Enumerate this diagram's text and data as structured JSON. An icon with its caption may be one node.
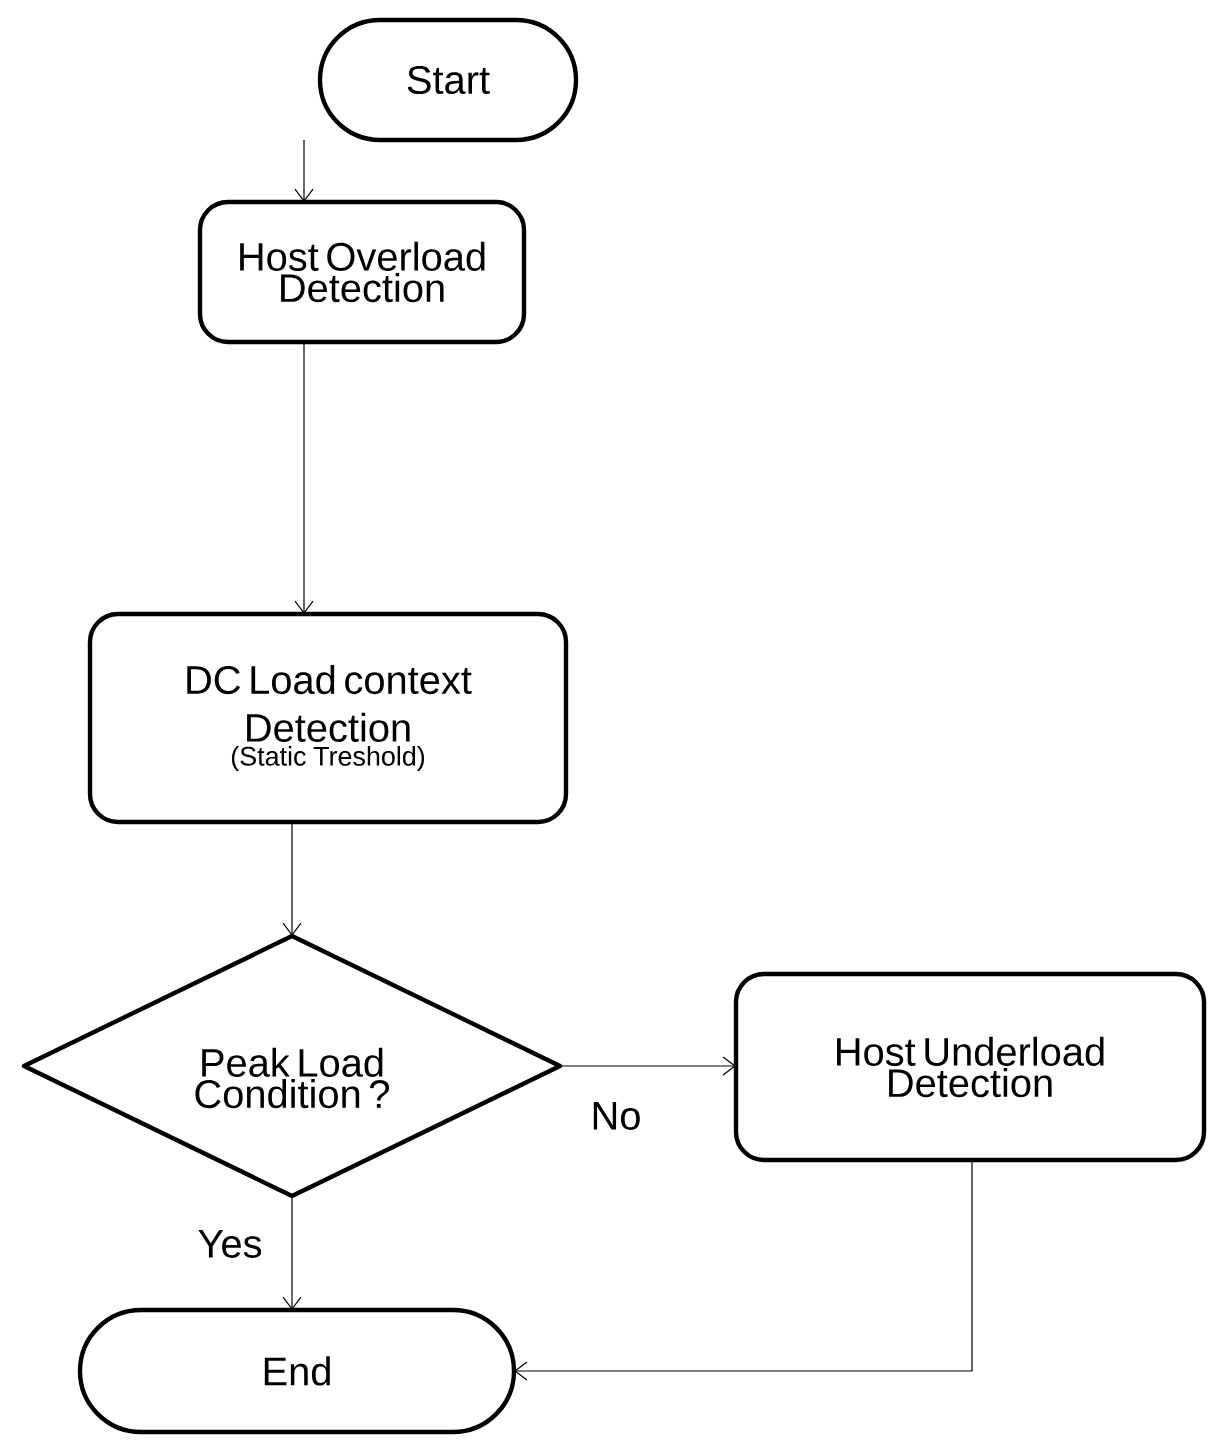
{
  "diagram": {
    "nodes": [
      {
        "text": [
          "Start"
        ]
      },
      {
        "text": [
          "Host Overload Detection"
        ]
      },
      {
        "text": [
          "DC Load context Detection",
          "(Static Treshold)"
        ]
      },
      {
        "text": [
          "Peak Load Condition ?"
        ]
      },
      {
        "text": [
          "Host Underload Detection"
        ]
      },
      {
        "text": [
          "End"
        ]
      }
    ],
    "edges": [
      {
        "from": 0,
        "to": 1,
        "arrow": "to"
      },
      {
        "from": 1,
        "to": 2,
        "arrow": "to"
      },
      {
        "from": 2,
        "to": 3,
        "arrow": "to"
      },
      {
        "from": 3,
        "to": 4,
        "arrow": "to",
        "label": "No"
      },
      {
        "from": 3,
        "to": 5,
        "arrow": "to",
        "label": "Yes"
      },
      {
        "from": 4,
        "to": 5,
        "arrow": "to"
      }
    ]
  }
}
